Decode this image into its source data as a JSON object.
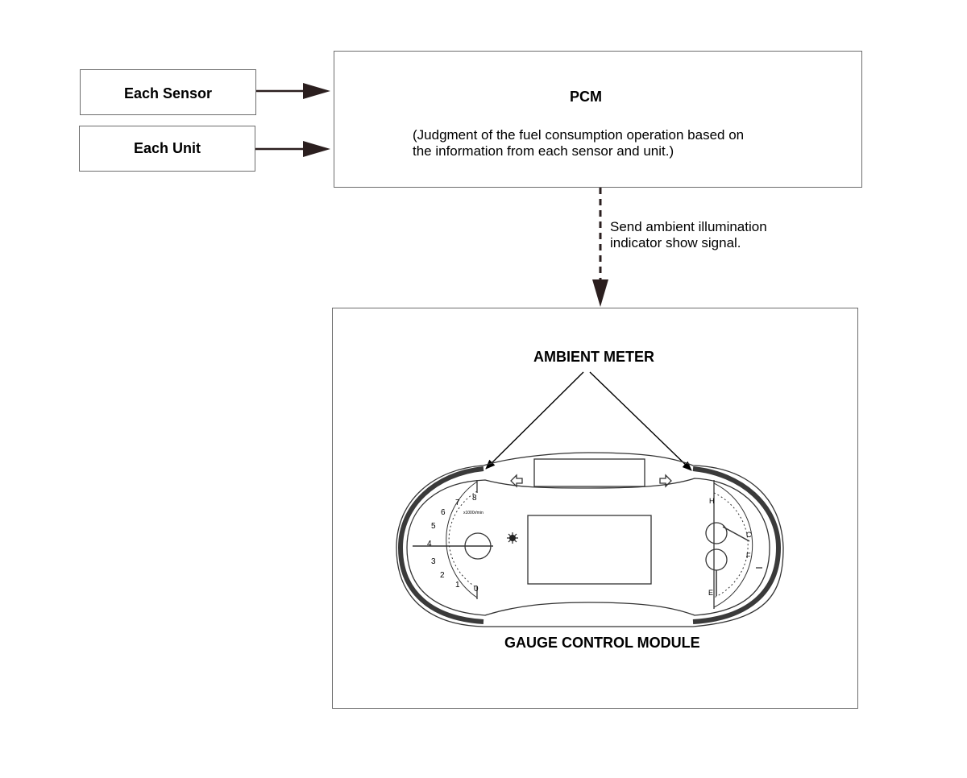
{
  "inputs": [
    {
      "label": "Each Sensor"
    },
    {
      "label": "Each Unit"
    }
  ],
  "pcm": {
    "title": "PCM",
    "description_line1": "(Judgment of the fuel consumption operation based on",
    "description_line2": "the information from each sensor and unit.)"
  },
  "signal": {
    "line1": "Send ambient illumination",
    "line2": "indicator show signal."
  },
  "gauge": {
    "callout": "AMBIENT METER",
    "caption": "GAUGE CONTROL MODULE",
    "tach_numbers": [
      "0",
      "1",
      "2",
      "3",
      "4",
      "5",
      "6",
      "7",
      "8"
    ],
    "tach_unit": "x1000r/min",
    "temp_high": "H",
    "temp_low": "C",
    "fuel_full": "F",
    "fuel_empty": "E"
  },
  "colors": {
    "box_border": "#6d6d6d",
    "arrow": "#2b1f1f",
    "ambient_band": "#3a3a3a"
  },
  "icons": [
    "left-turn-arrow-icon",
    "right-turn-arrow-icon",
    "warning-light-icon"
  ]
}
